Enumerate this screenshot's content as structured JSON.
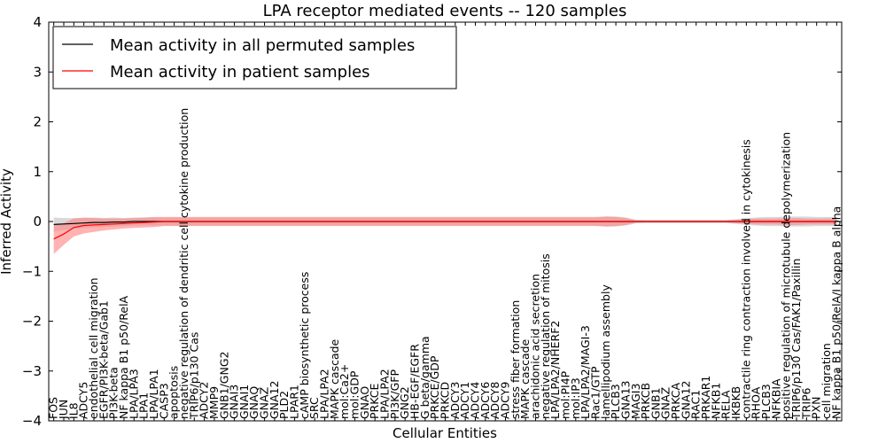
{
  "chart_data": {
    "type": "line",
    "title": "LPA receptor mediated events -- 120 samples",
    "xlabel": "Cellular Entities",
    "ylabel": "Inferred Activity",
    "ylim": [
      -4,
      4
    ],
    "yticks": [
      "−4",
      "−3",
      "−2",
      "−1",
      "0",
      "1",
      "2",
      "3",
      "4"
    ],
    "legend_position": "top-left",
    "grid": false,
    "colors": {
      "permuted": "#000000",
      "patient": "#ff0000",
      "permuted_band": "#cccccc",
      "patient_band": "#ff8080"
    },
    "categories": [
      "FOS",
      "JUN",
      "IL8",
      "ADCY5",
      "endothelial cell migration",
      "EGFR/PI3K-beta/Gab1",
      "PI3K-beta",
      "NF kappa B1 p50/RelA",
      "LPA/LPA3",
      "LPA1",
      "LPA/LPA1",
      "CASP3",
      "apoptosis",
      "negative regulation of dendritic cell cytokine production",
      "TRIP6/p130 Cas",
      "ADCY2",
      "MMP9",
      "GNB1/GNG2",
      "GNAI3",
      "GNAI1",
      "GNAQ",
      "GNAZ",
      "GNA12",
      "PLD2",
      "LPAR1",
      "cAMP biosynthetic process",
      "SRC",
      "LPA/LPA2",
      "MAPK cascade",
      "mol:Ca2+",
      "mol:GDP",
      "GNAO",
      "PRKCE",
      "LPA/LPA2",
      "PI3K/GFP",
      "GNG2",
      "HB-EGF/EGFR",
      "G beta/gamma",
      "PRKCE/GDP",
      "PRKCD",
      "ADCY3",
      "ADCY1",
      "ADCY4",
      "ADCY6",
      "ADCY8",
      "ADCY9",
      "stress fiber formation",
      "MAPK cascade",
      "arachidonic acid secretion",
      "negative regulation of mitosis",
      "LPA/LPA2/NHERF2",
      "mol:PI4P",
      "mol:IP3",
      "LPA/LPA2/MAGI-3",
      "Rac1/GTP",
      "lamellipodium assembly",
      "PLCB3",
      "GNA13",
      "MAGI3",
      "PRKCB",
      "GNB1",
      "GNAZ",
      "PRKCA",
      "GNA12",
      "RAC1",
      "PRKAR1",
      "NFKB1",
      "RELA",
      "IKBKB",
      "contractile ring contraction involved in cytokinesis",
      "RHOA",
      "PLCB3",
      "NFKBIA",
      "positive regulation of microtubule depolymerization",
      "TRIP6/p130 Cas/FAK1/Paxillin",
      "TRIP6",
      "PXN",
      "cell migration",
      "NF kappa B1 p50/RelA/I kappa B alpha"
    ],
    "series": [
      {
        "name": "Mean activity in all permuted samples",
        "values": [
          -0.06,
          -0.05,
          -0.04,
          -0.03,
          -0.02,
          -0.02,
          -0.01,
          -0.01,
          0,
          0,
          0,
          0,
          0,
          0,
          0,
          0,
          0,
          0,
          0,
          0,
          0,
          0,
          0,
          0,
          0,
          0,
          0,
          0,
          0,
          0,
          0,
          0,
          0,
          0,
          0,
          0,
          0,
          0,
          0,
          0,
          0,
          0,
          0,
          0,
          0,
          0,
          0,
          0,
          0,
          0,
          0,
          0,
          0,
          0,
          0,
          0,
          0,
          0,
          0,
          0,
          0,
          0,
          0,
          0,
          0,
          0,
          0,
          0,
          0,
          0,
          0,
          0,
          0,
          0,
          0,
          0,
          0,
          0,
          0
        ],
        "std": [
          0.14,
          0.12,
          0.11,
          0.1,
          0.1,
          0.09,
          0.09,
          0.08,
          0.08,
          0.08,
          0.08,
          0.08,
          0.08,
          0.08,
          0.08,
          0.08,
          0.08,
          0.08,
          0.08,
          0.08,
          0.08,
          0.08,
          0.08,
          0.08,
          0.08,
          0.08,
          0.08,
          0.08,
          0.08,
          0.08,
          0.08,
          0.08,
          0.08,
          0.08,
          0.08,
          0.08,
          0.08,
          0.08,
          0.08,
          0.08,
          0.08,
          0.08,
          0.08,
          0.08,
          0.08,
          0.08,
          0.08,
          0.08,
          0.08,
          0.08,
          0.08,
          0.08,
          0.08,
          0.08,
          0.08,
          0.1,
          0.1,
          0.08,
          0.04,
          0.03,
          0.03,
          0.03,
          0.03,
          0.03,
          0.03,
          0.03,
          0.03,
          0.03,
          0.05,
          0.07,
          0.08,
          0.09,
          0.09,
          0.1,
          0.1,
          0.1,
          0.09,
          0.09,
          0.09
        ]
      },
      {
        "name": "Mean activity in patient samples",
        "values": [
          -0.35,
          -0.25,
          -0.12,
          -0.08,
          -0.07,
          -0.06,
          -0.05,
          -0.04,
          -0.03,
          -0.02,
          -0.01,
          0,
          0,
          0,
          0,
          0,
          0,
          0,
          0,
          0,
          0,
          0,
          0,
          0,
          0,
          0,
          0,
          0,
          0,
          0,
          0,
          0,
          0,
          0,
          0,
          0,
          0,
          0,
          0,
          0,
          0,
          0,
          0,
          0,
          0,
          0,
          0,
          0,
          0,
          0,
          0,
          0,
          0,
          0,
          0,
          0,
          0,
          0,
          0,
          0,
          0,
          0,
          0,
          0,
          0,
          0,
          0,
          0,
          0,
          0,
          0,
          0,
          0,
          0,
          0,
          0,
          0,
          0,
          0
        ],
        "std": [
          0.3,
          0.22,
          0.18,
          0.16,
          0.14,
          0.12,
          0.11,
          0.1,
          0.1,
          0.1,
          0.1,
          0.09,
          0.09,
          0.09,
          0.09,
          0.09,
          0.09,
          0.09,
          0.09,
          0.09,
          0.09,
          0.09,
          0.09,
          0.09,
          0.09,
          0.09,
          0.09,
          0.09,
          0.09,
          0.09,
          0.09,
          0.09,
          0.09,
          0.09,
          0.09,
          0.09,
          0.09,
          0.09,
          0.09,
          0.09,
          0.09,
          0.09,
          0.09,
          0.09,
          0.09,
          0.09,
          0.09,
          0.09,
          0.09,
          0.09,
          0.09,
          0.09,
          0.09,
          0.09,
          0.09,
          0.1,
          0.09,
          0.07,
          0.02,
          0.02,
          0.02,
          0.02,
          0.02,
          0.02,
          0.02,
          0.02,
          0.02,
          0.02,
          0.03,
          0.05,
          0.06,
          0.06,
          0.06,
          0.07,
          0.07,
          0.06,
          0.06,
          0.06,
          0.06
        ]
      }
    ]
  }
}
